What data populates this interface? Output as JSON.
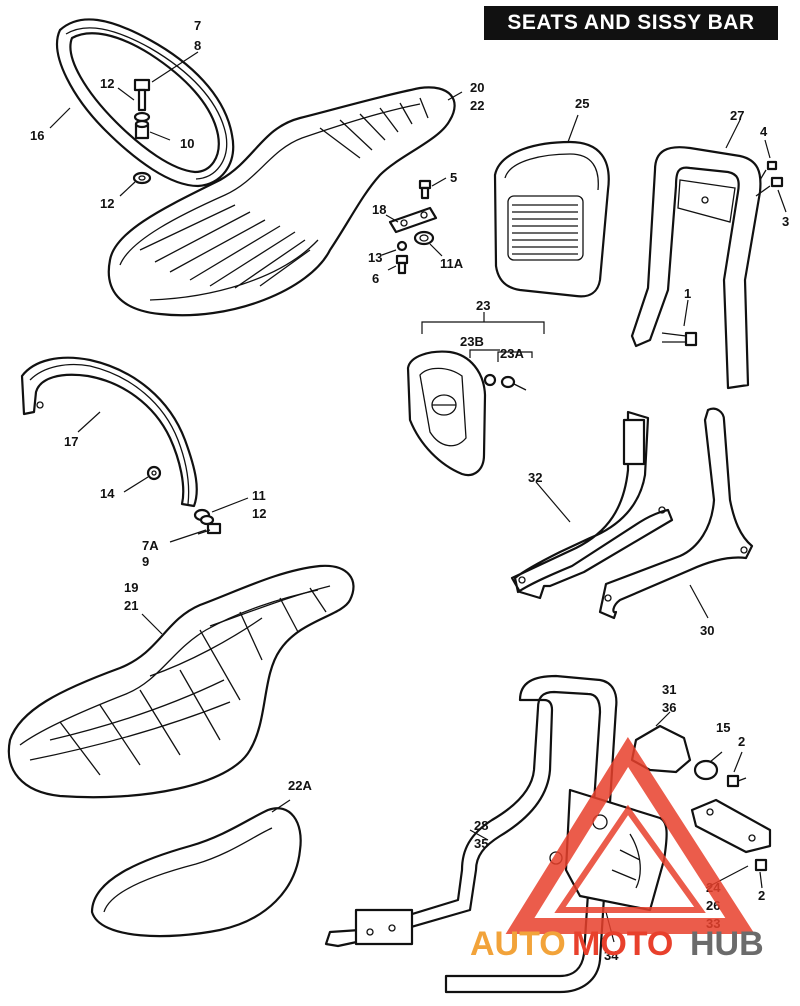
{
  "title": "SEATS AND SISSY BAR",
  "labels": {
    "l7": "7",
    "l8": "8",
    "l12a": "12",
    "l10": "10",
    "l16": "16",
    "l12b": "12",
    "l20": "20",
    "l22": "22",
    "l5": "5",
    "l18": "18",
    "l13": "13",
    "l6": "6",
    "l11A": "11A",
    "l25": "25",
    "l27": "27",
    "l4": "4",
    "l3": "3",
    "l1": "1",
    "l23": "23",
    "l23B": "23B",
    "l23A": "23A",
    "l17": "17",
    "l14": "14",
    "l11": "11",
    "l12c": "12",
    "l7A": "7A",
    "l9": "9",
    "l32": "32",
    "l30": "30",
    "l19": "19",
    "l21": "21",
    "l22A": "22A",
    "l31": "31",
    "l36": "36",
    "l15": "15",
    "l2a": "2",
    "l28": "28",
    "l35": "35",
    "l24": "24",
    "l26": "26",
    "l33": "33",
    "l2b": "2",
    "l34": "34"
  },
  "watermark": {
    "auto": "AUTO",
    "moto": "MOTO",
    "hub": "HUB"
  },
  "colors": {
    "watermark_red": "#e8402c",
    "watermark_orange": "#f2a33a",
    "watermark_gray": "#6b6b6b"
  }
}
